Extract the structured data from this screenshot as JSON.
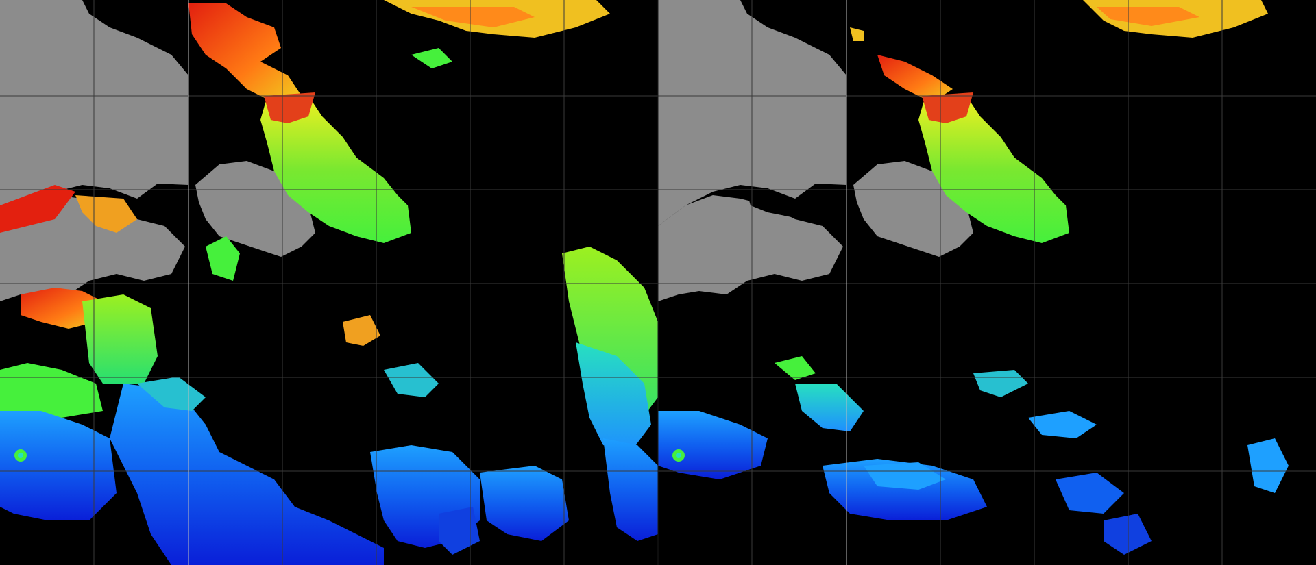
{
  "viewer": {
    "panel_count": 2,
    "panels": [
      {
        "id": "left",
        "label": ""
      },
      {
        "id": "right",
        "label": ""
      }
    ]
  },
  "legend_colors": {
    "ocean_nodata": "#000000",
    "land": "#8c8c8c",
    "graticule": "#3a3a3a",
    "graticule_major": "#bdbdbd",
    "cold": "#0a1fd8",
    "cool": "#1ea0ff",
    "mid": "#27e0c0",
    "warm": "#46f03c",
    "hot": "#f0f020",
    "hotter": "#ff9a1a",
    "hottest": "#e3200f"
  },
  "overlays": {
    "land_visible": true,
    "graticule_visible": true
  }
}
